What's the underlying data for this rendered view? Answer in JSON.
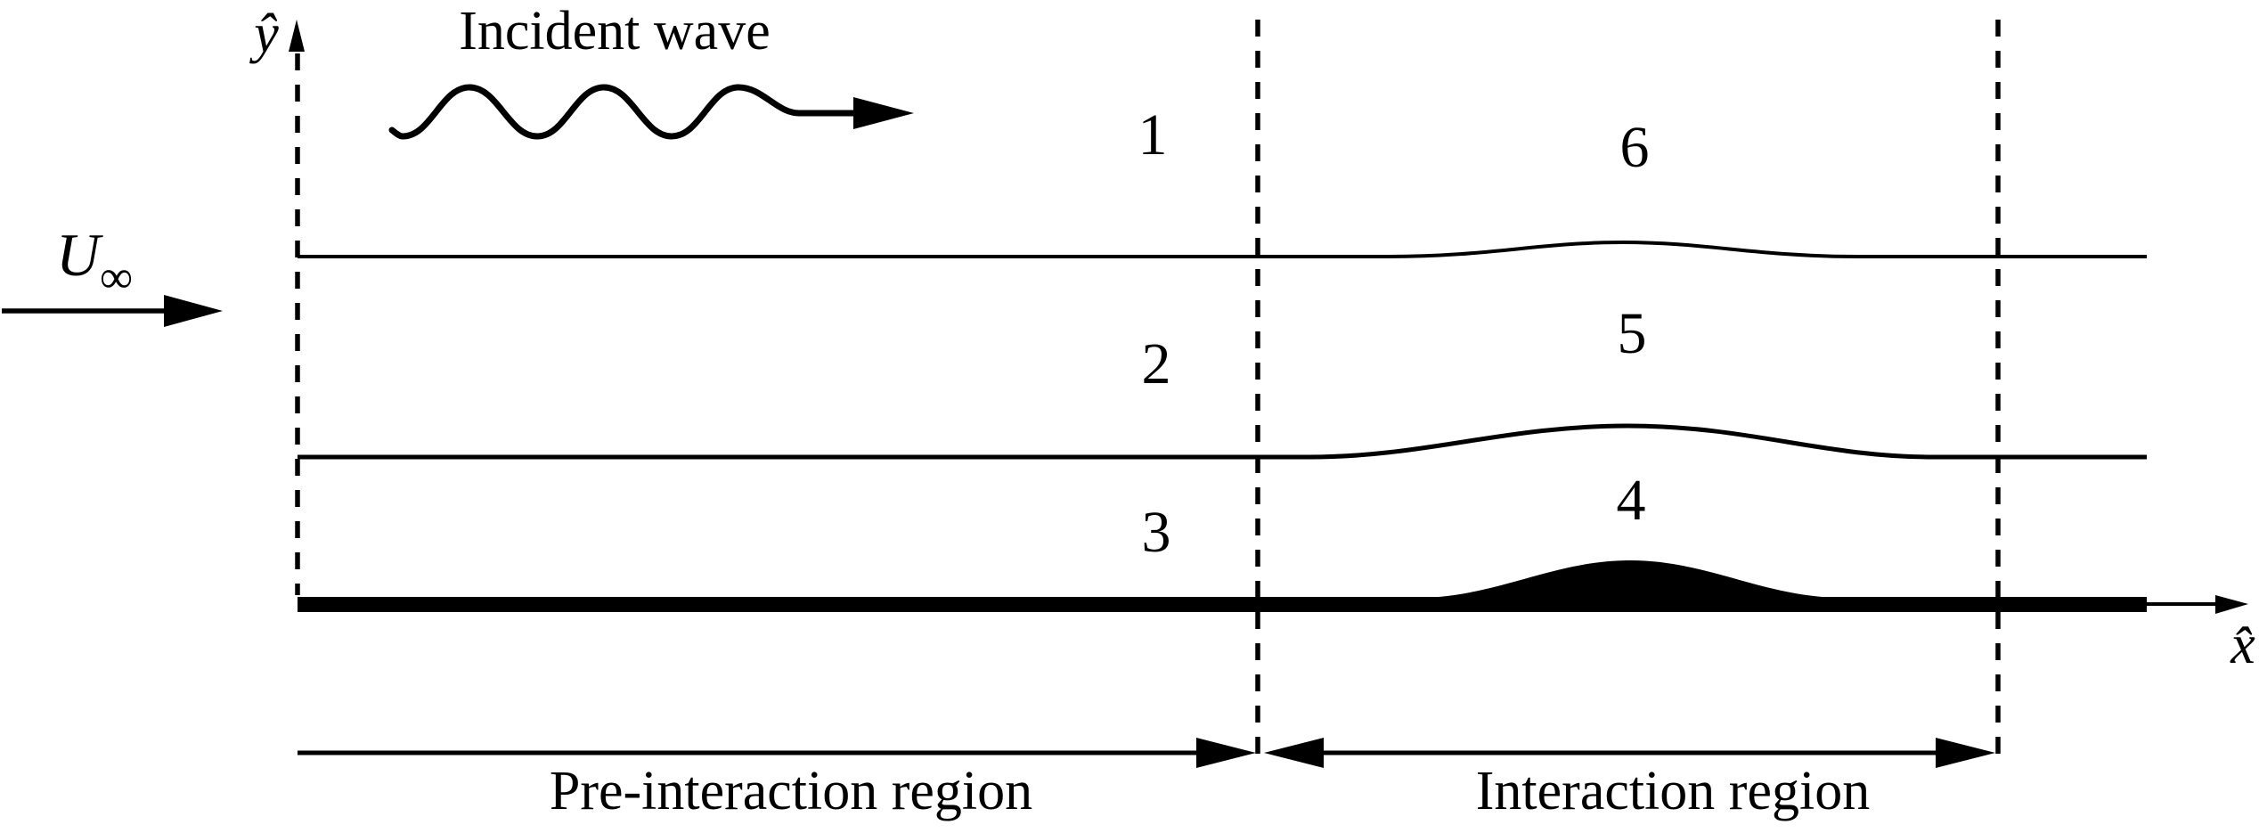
{
  "figure": {
    "background_color": "#ffffff",
    "ink_color": "#000000"
  },
  "labels": {
    "incident_wave": "Incident wave",
    "freestream_u": "U",
    "freestream_subscript": "∞",
    "y_axis": "ŷ",
    "x_axis": "x̂",
    "pre_interaction": "Pre-interaction region",
    "interaction": "Interaction region"
  },
  "regions": [
    {
      "label": "1"
    },
    {
      "label": "2"
    },
    {
      "label": "3"
    },
    {
      "label": "4"
    },
    {
      "label": "5"
    },
    {
      "label": "6"
    }
  ]
}
